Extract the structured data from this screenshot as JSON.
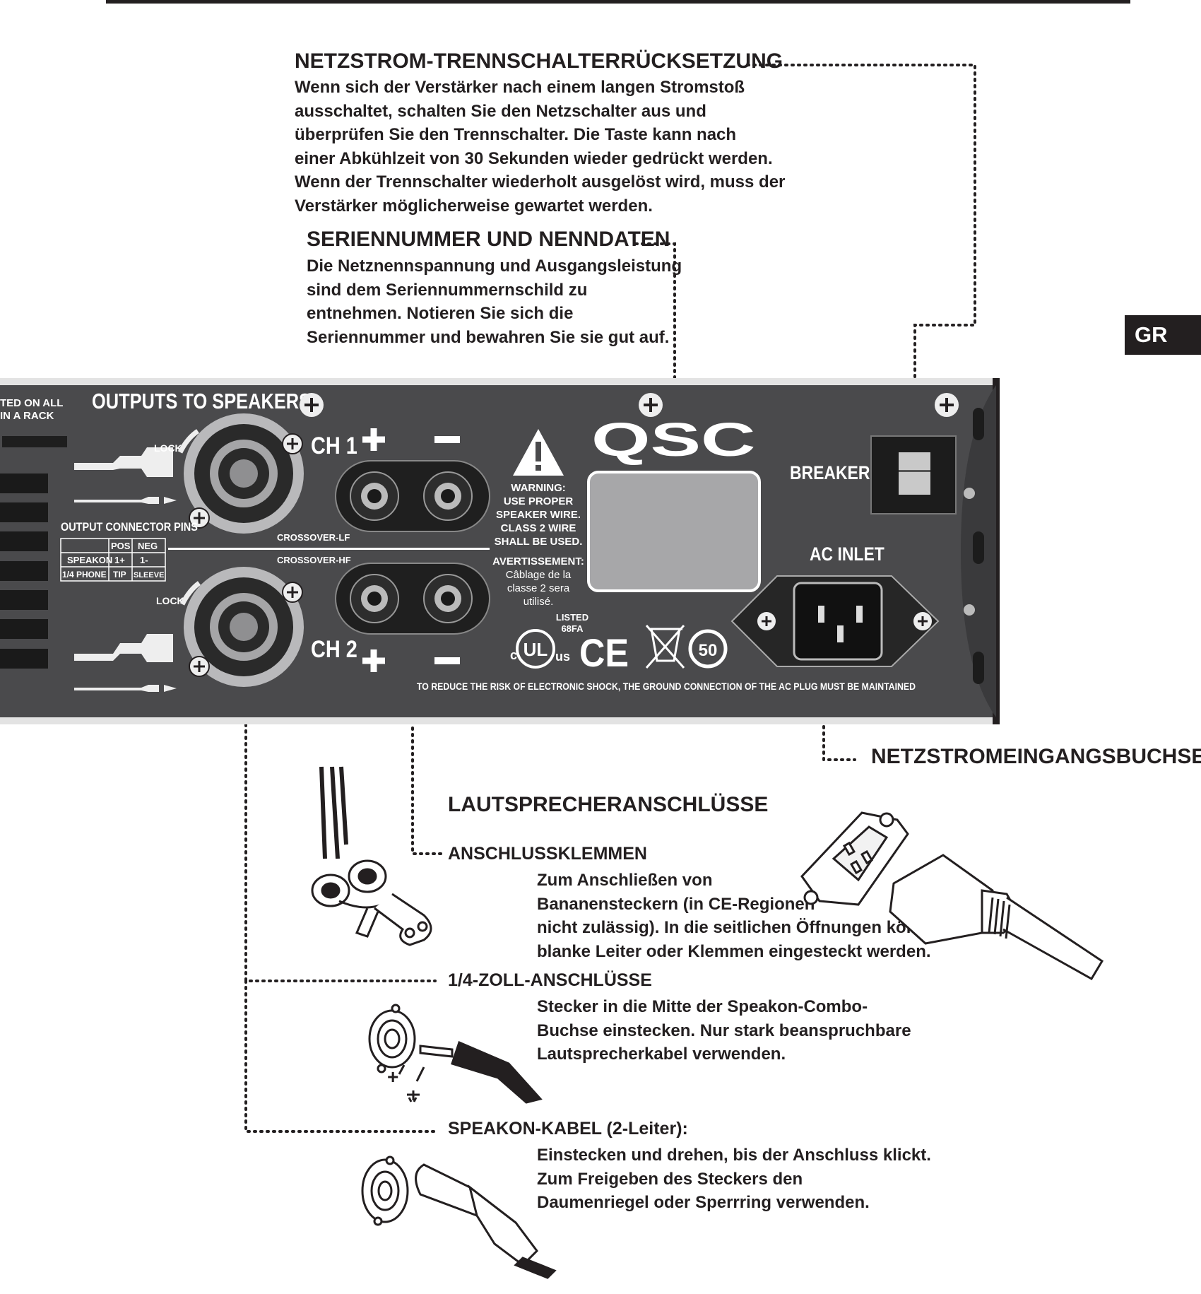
{
  "tab": {
    "label": "GR"
  },
  "breaker_section": {
    "title": "NETZSTROM-TRENNSCHALTERRÜCKSETZUNG",
    "lines": [
      "Wenn sich der Verstärker nach einem langen Stromstoß",
      "ausschaltet, schalten Sie den Netzschalter aus und",
      "überprüfen Sie den Trennschalter. Die Taste kann nach",
      "einer Abkühlzeit von 30 Sekunden wieder gedrückt werden.",
      "Wenn der Trennschalter wiederholt ausgelöst wird, muss der",
      "Verstärker möglicherweise gewartet werden."
    ]
  },
  "serial_section": {
    "title": "SERIENNUMMER UND NENNDATEN",
    "lines": [
      "Die Netznennspannung und Ausgangsleistung",
      "sind dem Seriennummernschild zu",
      "entnehmen. Notieren Sie sich die",
      "Seriennummer und bewahren Sie sie gut auf."
    ]
  },
  "panel": {
    "left_cut_text": [
      "TED ON ALL",
      "IN A RACK"
    ],
    "outputs_title": "OUTPUTS TO SPEAKERS",
    "lock_label": "LOCK",
    "ch1": "CH 1",
    "ch2": "CH 2",
    "output_pins_title": "OUTPUT CONNECTOR PINS",
    "pin_table": {
      "headers": [
        "",
        "POS",
        "NEG"
      ],
      "rows": [
        [
          "SPEAKON",
          "1+",
          "1-"
        ],
        [
          "1/4 PHONE",
          "TIP",
          "SLEEVE"
        ]
      ]
    },
    "crossover_lf": "CROSSOVER-LF",
    "crossover_hf": "CROSSOVER-HF",
    "warning_lines": [
      "WARNING:",
      "USE PROPER",
      "SPEAKER WIRE.",
      "CLASS 2 WIRE",
      "SHALL BE USED."
    ],
    "avertissement_lines": [
      "AVERTISSEMENT:",
      "Câblage de la",
      "classe 2 sera",
      "utilisé."
    ],
    "listed_lines": [
      "LISTED",
      "68FA"
    ],
    "brand": "QSC",
    "breaker_label": "BREAKER",
    "ac_inlet_label": "AC INLET",
    "ground_notice": "TO REDUCE THE RISK OF ELECTRONIC SHOCK, THE GROUND CONNECTION OF THE AC PLUG MUST BE MAINTAINED",
    "cert_marks": {
      "ul": "UL",
      "c": "c",
      "us": "us",
      "ce": "CE",
      "rohs_years": "50"
    }
  },
  "netz_label": "NETZSTROMEINGANGSBUCHSE",
  "speaker_section": {
    "title": "LAUTSPRECHERANSCHLÜSSE",
    "terminals": {
      "title": "ANSCHLUSSKLEMMEN",
      "lines": [
        "Zum Anschließen von",
        "Bananensteckern (in CE-Regionen",
        "nicht zulässig). In die seitlichen Öffnungen können",
        "blanke Leiter oder Klemmen eingesteckt werden."
      ]
    },
    "quarter_inch": {
      "title": "1/4-ZOLL-ANSCHLÜSSE",
      "lines": [
        "Stecker in die Mitte der Speakon-Combo-",
        "Buchse einstecken. Nur stark beanspruchbare",
        "Lautsprecherkabel verwenden."
      ],
      "plus_mark": "+"
    },
    "speakon": {
      "title": "SPEAKON-KABEL (2-Leiter):",
      "lines": [
        "Einstecken und drehen, bis der Anschluss klickt.",
        "Zum Freigeben des Steckers den",
        "Daumenriegel oder Sperrring verwenden."
      ]
    }
  },
  "colors": {
    "panel": "#4a4a4c",
    "panel_dark": "#232323",
    "label_box": "#a7a7a9",
    "text": "#231f20"
  }
}
